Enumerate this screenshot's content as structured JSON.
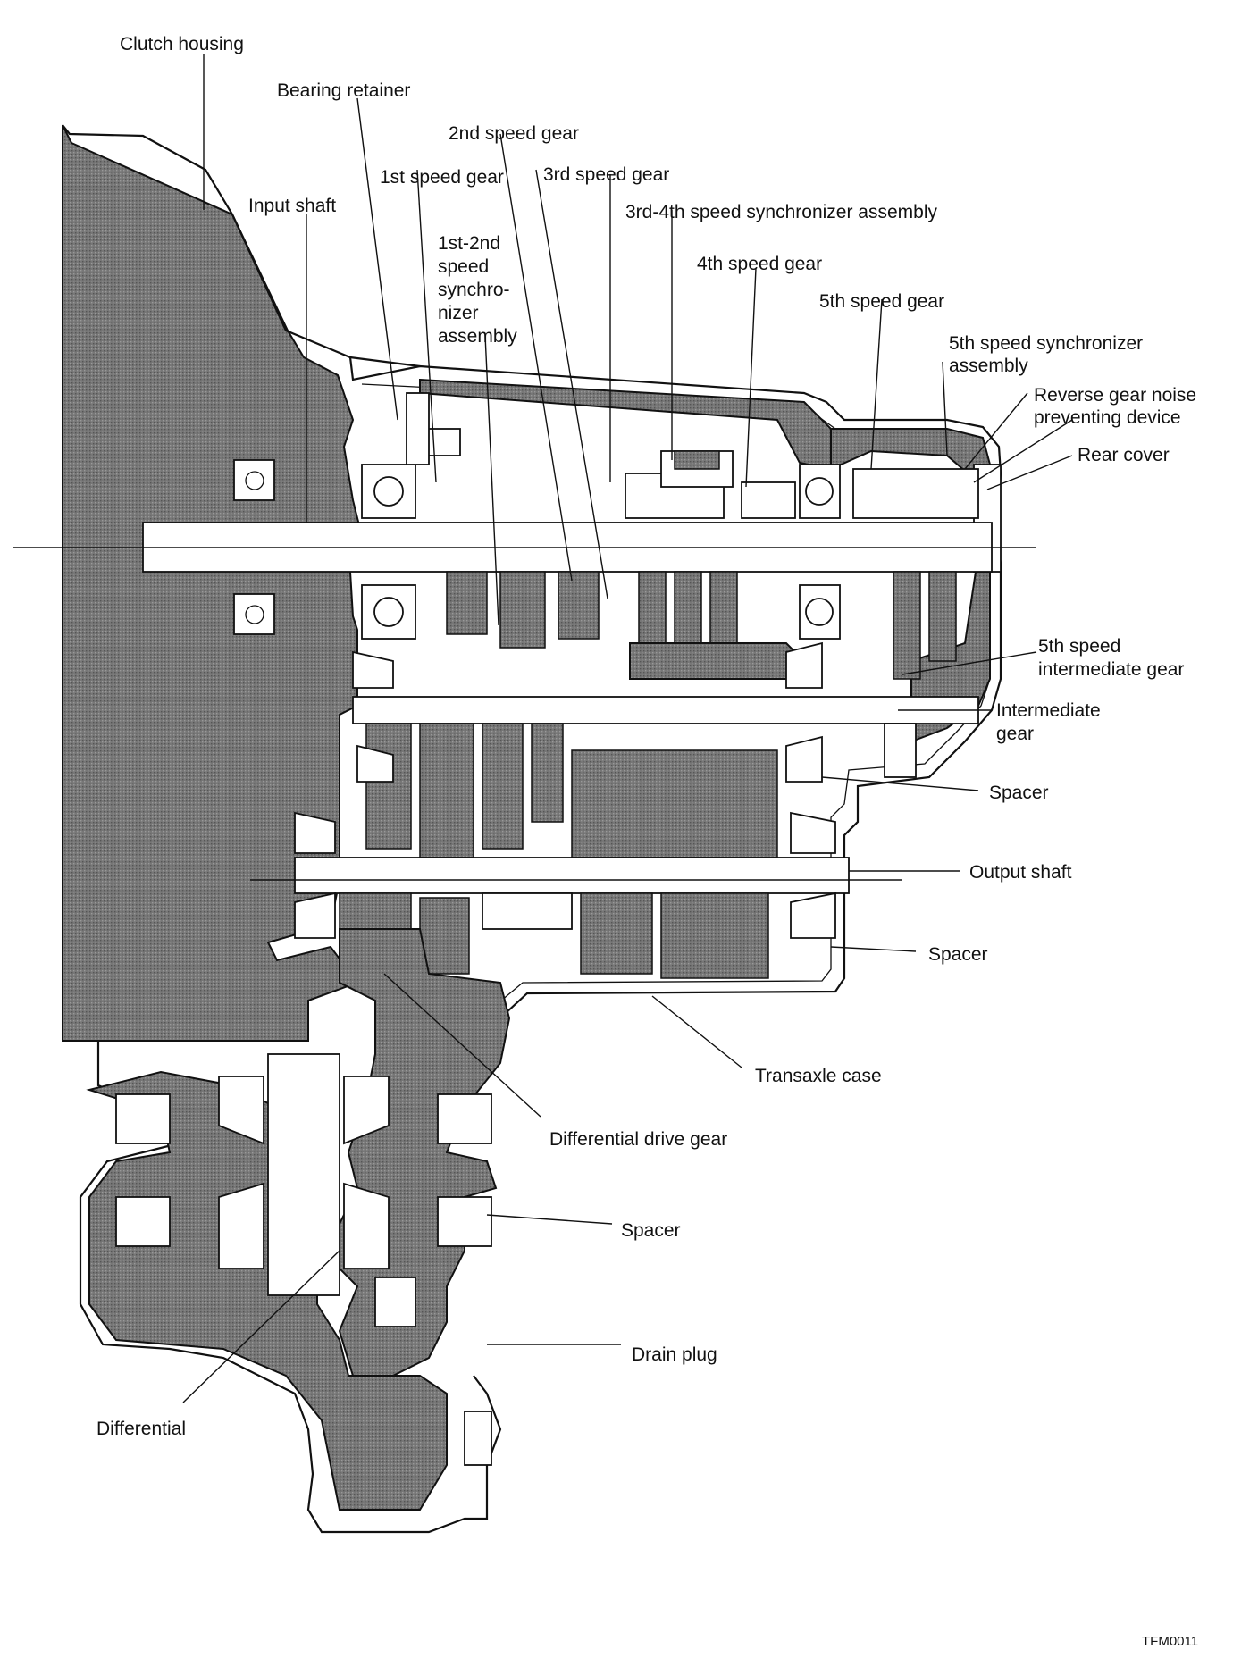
{
  "figure_code": "TFM0011",
  "labels": {
    "clutch_housing": "Clutch housing",
    "bearing_retainer": "Bearing retainer",
    "second_speed_gear": "2nd speed gear",
    "first_speed_gear": "1st speed gear",
    "third_speed_gear": "3rd speed gear",
    "input_shaft": "Input shaft",
    "synchro_34": "3rd-4th speed synchronizer assembly",
    "synchro_12": [
      "1st-2nd",
      "speed",
      "synchro-",
      "nizer",
      "assembly"
    ],
    "fourth_speed_gear": "4th speed gear",
    "fifth_speed_gear": "5th speed gear",
    "synchro_5": [
      "5th speed synchronizer",
      "assembly"
    ],
    "reverse_noise": [
      "Reverse gear noise",
      "preventing device"
    ],
    "rear_cover": "Rear cover",
    "fifth_intermediate": [
      "5th speed",
      "intermediate gear"
    ],
    "intermediate_gear": [
      "Intermediate",
      "gear"
    ],
    "spacer_upper": "Spacer",
    "output_shaft": "Output shaft",
    "spacer_middle": "Spacer",
    "transaxle_case": "Transaxle case",
    "diff_drive_gear": "Differential drive gear",
    "spacer_lower": "Spacer",
    "drain_plug": "Drain plug",
    "differential": "Differential"
  },
  "colors": {
    "ink": "#111111",
    "shading": "#6f6f6f",
    "background": "#ffffff"
  }
}
